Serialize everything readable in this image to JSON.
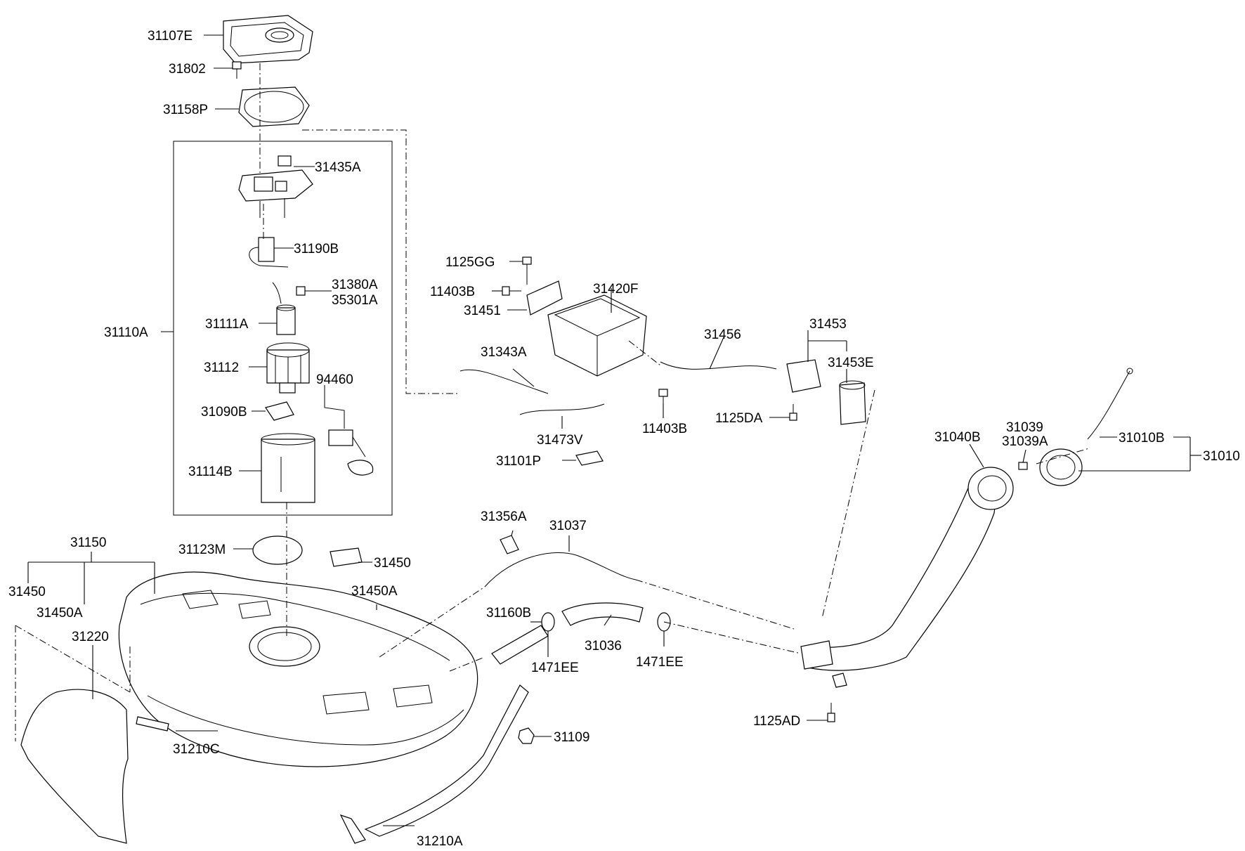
{
  "labels": {
    "p31107E": "31107E",
    "p31802": "31802",
    "p31158P": "31158P",
    "p31435A": "31435A",
    "p31190B": "31190B",
    "p31380A": "31380A",
    "p35301A": "35301A",
    "p31111A": "31111A",
    "p31110A": "31110A",
    "p31112": "31112",
    "p94460": "94460",
    "p31090B": "31090B",
    "p31114B": "31114B",
    "p31123M": "31123M",
    "p31150": "31150",
    "p31450_left": "31450",
    "p31450A_left": "31450A",
    "p31220": "31220",
    "p31450_right": "31450",
    "p31450A_right": "31450A",
    "p31210C": "31210C",
    "p31210A": "31210A",
    "p31109": "31109",
    "p1125GG": "1125GG",
    "p11403B_top": "11403B",
    "p31451": "31451",
    "p31420F": "31420F",
    "p31343A": "31343A",
    "p31473V": "31473V",
    "p31101P": "31101P",
    "p11403B_bottom": "11403B",
    "p31456": "31456",
    "p31453": "31453",
    "p31453E": "31453E",
    "p1125DA": "1125DA",
    "p31356A": "31356A",
    "p31037": "31037",
    "p31160B": "31160B",
    "p1471EE_left": "1471EE",
    "p31036": "31036",
    "p1471EE_right": "1471EE",
    "p31040B": "31040B",
    "p31039": "31039",
    "p31039A": "31039A",
    "p31010B": "31010B",
    "p31010": "31010",
    "p1125AD": "1125AD"
  }
}
